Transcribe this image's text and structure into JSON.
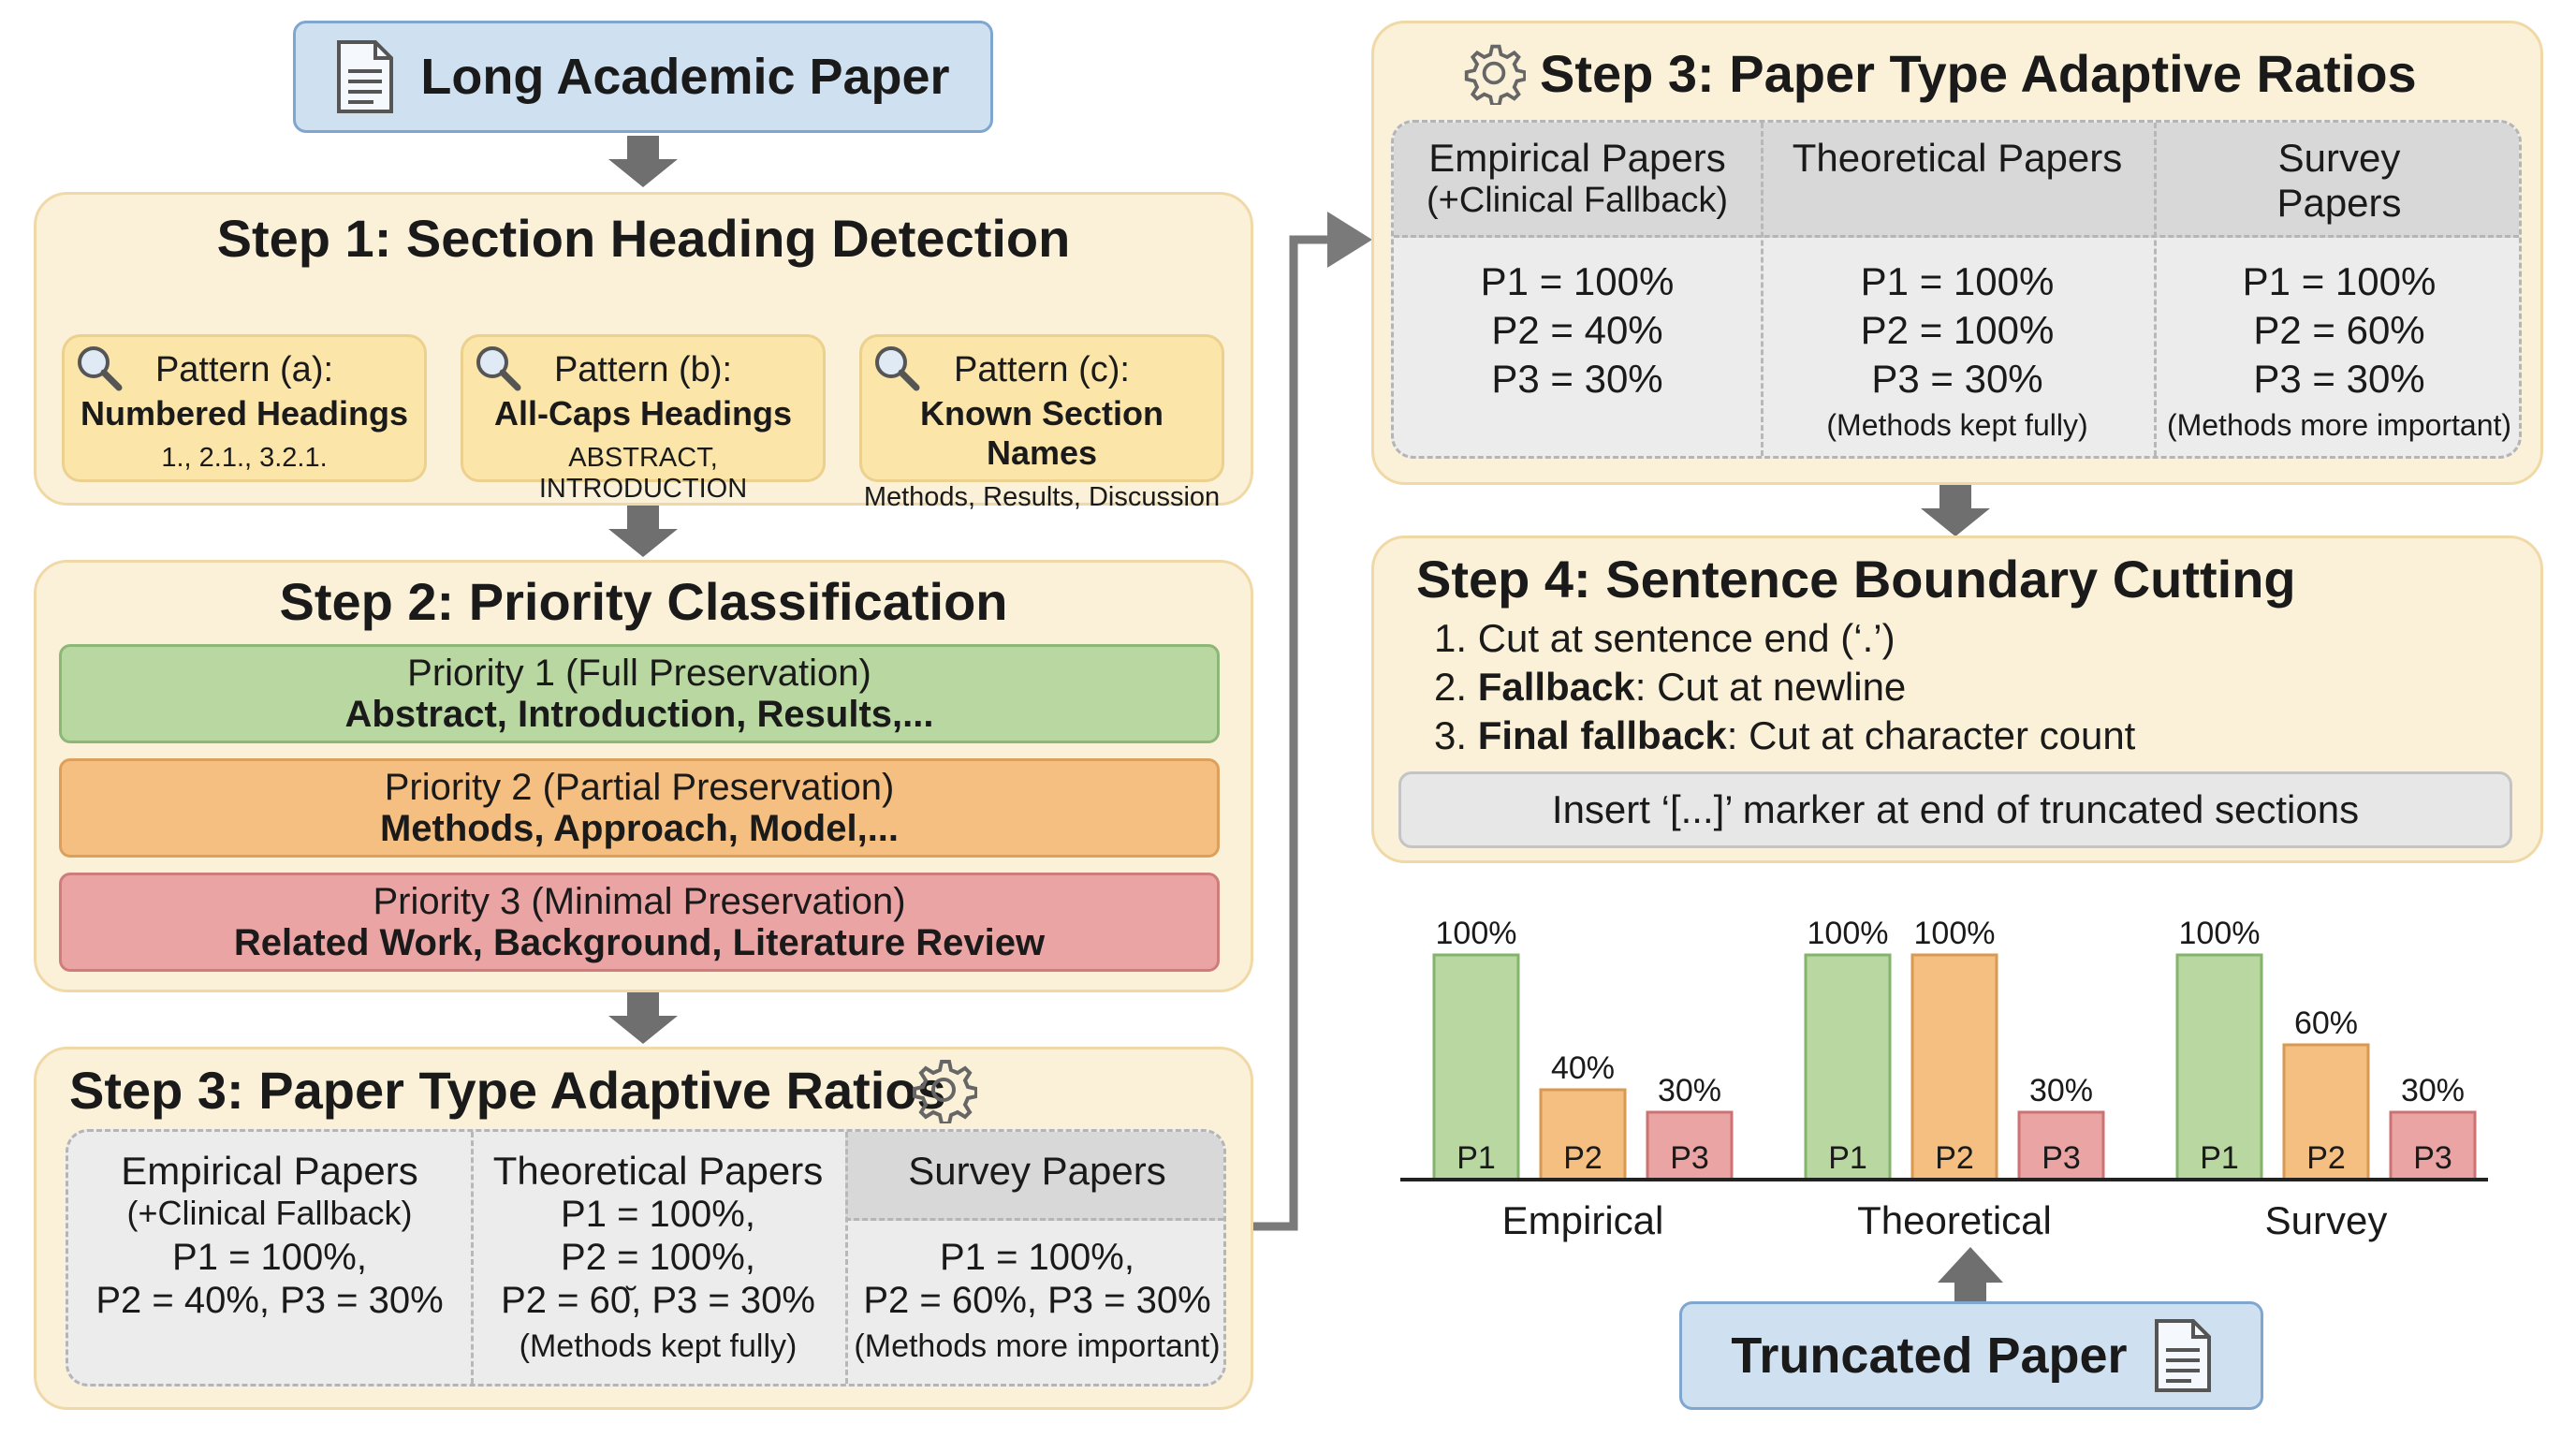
{
  "header": {
    "title": "Long Academic Paper"
  },
  "step1": {
    "title": "Step 1: Section Heading Detection",
    "patterns": [
      {
        "label": "Pattern (a):",
        "name": "Numbered Headings",
        "example": "1., 2.1., 3.2.1."
      },
      {
        "label": "Pattern (b):",
        "name": "All-Caps Headings",
        "example": "ABSTRACT, INTRODUCTION"
      },
      {
        "label": "Pattern (c):",
        "name": "Known Section Names",
        "example": "Methods, Results, Discussion"
      }
    ]
  },
  "step2": {
    "title": "Step 2: Priority Classification",
    "priorities": [
      {
        "label": "Priority 1 (Full Preservation)",
        "sections": "Abstract, Introduction, Results,...",
        "color": "#b9d7a1"
      },
      {
        "label": "Priority 2 (Partial Preservation)",
        "sections": "Methods, Approach, Model,...",
        "color": "#f4bf81"
      },
      {
        "label": "Priority 3 (Minimal Preservation)",
        "sections": "Related Work, Background, Literature Review",
        "color": "#eaa4a4"
      }
    ]
  },
  "step3_left": {
    "title": "Step 3: Paper Type Adaptive Ratios",
    "col1_h1": "Empirical Papers",
    "col1_h2": "(+Clinical Fallback)",
    "col1_v1": "P1 = 100%,",
    "col1_v2": "P2 = 40%, P3 = 30%",
    "col2_h": "Theoretical Papers",
    "col2_v1": "P1 = 100%,",
    "col2_v2": "P2 = 100%,",
    "col2_v3": "P2 = 60̆, P3 = 30%",
    "col2_note": "(Methods kept fully)",
    "col3_h": "Survey Papers",
    "col3_v1": "P1 = 100%,",
    "col3_v2": "P2 = 60%, P3 = 30%",
    "col3_note": "(Methods more important)"
  },
  "step3_right": {
    "title": "Step 3: Paper Type Adaptive Ratios",
    "col1_h1": "Empirical Papers",
    "col1_h2": "(+Clinical Fallback)",
    "col1": [
      "P1 = 100%",
      "P2 = 40%",
      "P3 = 30%"
    ],
    "col2_h": "Theoretical Papers",
    "col2": [
      "P1 = 100%",
      "P2 = 100%",
      "P3 = 30%"
    ],
    "col2_note": "(Methods kept fully)",
    "col3_h1": "Survey",
    "col3_h2": "Papers",
    "col3": [
      "P1 = 100%",
      "P2 = 60%",
      "P3 = 30%"
    ],
    "col3_note": "(Methods more important)"
  },
  "step4": {
    "title": "Step 4: Sentence Boundary Cutting",
    "item1": "1. Cut at sentence end (‘.’)",
    "item2_bold": "Fallback",
    "item2_rest": ": Cut at newline",
    "item3_bold": "Final fallback",
    "item3_rest": ": Cut at character count",
    "item2_num": "2. ",
    "item3_num": "3. ",
    "marker": "Insert ‘[...]’ marker at end of truncated sections"
  },
  "chart_data": {
    "type": "bar",
    "categories": [
      "Empirical",
      "Theoretical",
      "Survey"
    ],
    "series": [
      {
        "name": "P1",
        "values": [
          100,
          100,
          100
        ]
      },
      {
        "name": "P2",
        "values": [
          40,
          100,
          60
        ]
      },
      {
        "name": "P3",
        "values": [
          30,
          30,
          30
        ]
      }
    ],
    "series_colors": [
      "#b9d7a1",
      "#f4bf81",
      "#eaa4a4"
    ],
    "ylim": [
      0,
      100
    ],
    "grid": false,
    "legend": "none"
  },
  "footer": {
    "title": "Truncated Paper"
  },
  "icons": {
    "doc": "document-icon",
    "gear": "gear-icon",
    "search": "magnifier-icon"
  }
}
